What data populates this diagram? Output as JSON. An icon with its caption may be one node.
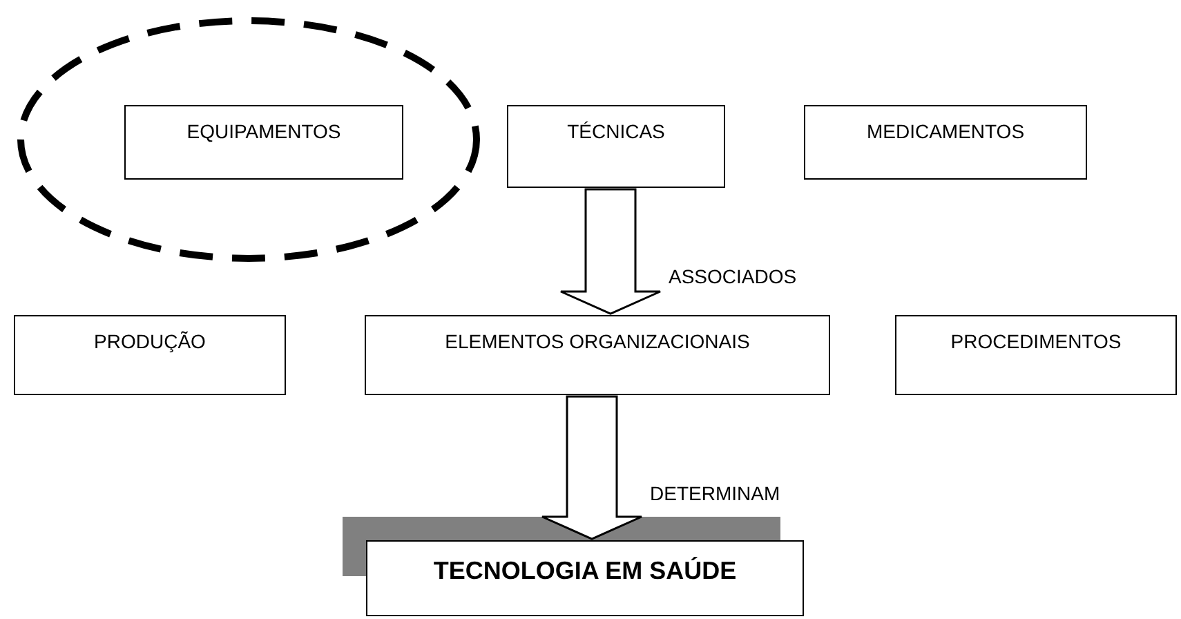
{
  "diagram": {
    "nodes": [
      {
        "text": [],
        "shape": "circle"
      },
      {
        "text": [
          "EQUIPAMENTOS"
        ],
        "in": 0
      },
      {
        "text": [
          "TÉCNICAS"
        ]
      },
      {
        "text": [
          "MEDICAMENTOS"
        ]
      },
      {
        "text": [
          "PRODUÇÃO"
        ]
      },
      {
        "text": [
          "ELEMENTOS ORGANIZACIONAIS"
        ]
      },
      {
        "text": [
          "PROCEDIMENTOS"
        ]
      },
      {
        "text": [
          "TECNOLOGIA EM SAÚDE"
        ]
      }
    ],
    "edges": [
      {
        "from": 2,
        "to": 5,
        "arrow": "to",
        "label": "ASSOCIADOS"
      },
      {
        "from": 5,
        "to": 7,
        "arrow": "to",
        "label": "DETERMINAM"
      }
    ]
  }
}
